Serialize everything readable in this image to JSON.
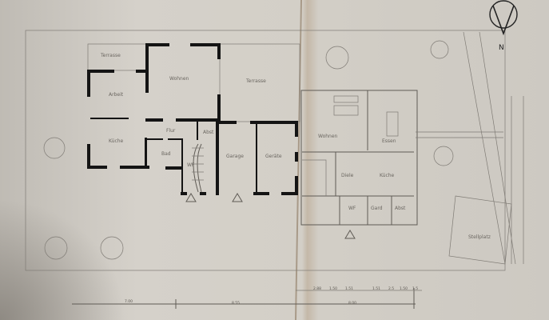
{
  "north_label": "N",
  "ground_floor": {
    "rooms": {
      "terrace_left": "Terrasse",
      "living": "Wohnen",
      "terrace_right": "Terrasse",
      "study": "Arbeit",
      "kitchen": "Küche",
      "hall": "Flur",
      "storage": "Abst",
      "bath": "Bad",
      "wc": "WF",
      "garage": "Garage",
      "tools": "Geräte"
    }
  },
  "extension_plan": {
    "rooms": {
      "living": "Wohnen",
      "dining": "Essen",
      "hallway": "Diele",
      "kitchen": "Küche",
      "wc": "WF",
      "wardrobe": "Gard",
      "storage": "Abst",
      "parking": "Stellplatz"
    }
  },
  "dimensions": {
    "seg1": "7.00",
    "seg2": "8.55",
    "seg3": "8.00",
    "small": [
      "2.88",
      "1.50",
      "1.51",
      "1.51",
      "2.5",
      "1.50",
      "1.5"
    ]
  },
  "colors": {
    "paper": "#d6d2cb",
    "wall": "#141414",
    "line": "#7f7b75"
  }
}
